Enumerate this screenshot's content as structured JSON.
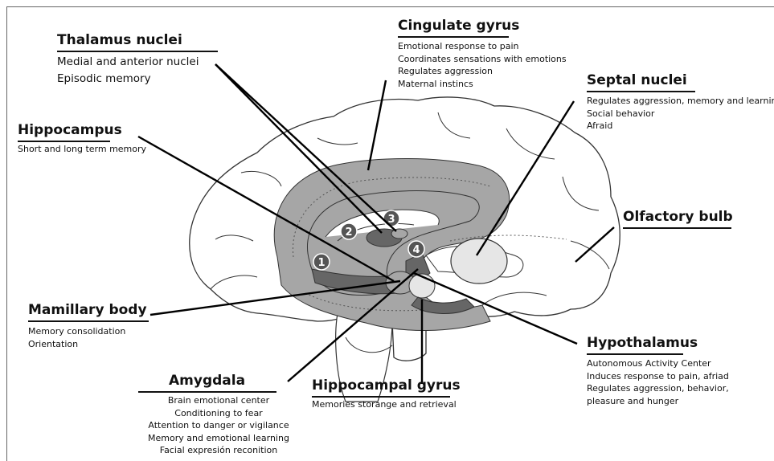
{
  "labels": {
    "thalamus": {
      "title": "Thalamus nuclei",
      "lines": [
        "Medial and anterior nuclei",
        "Episodic memory"
      ]
    },
    "cingulate": {
      "title": "Cingulate gyrus",
      "lines": [
        "Emotional response to pain",
        "Coordinates sensations with emotions",
        "Regulates aggression",
        "Maternal instincs"
      ]
    },
    "septal": {
      "title": "Septal nuclei",
      "lines": [
        "Regulates aggression, memory and learning",
        "Social behavior",
        "Afraid"
      ]
    },
    "hippocampus": {
      "title": "Hippocampus",
      "lines": [
        "Short and long term memory"
      ]
    },
    "olfactory": {
      "title": "Olfactory bulb",
      "lines": []
    },
    "mamillary": {
      "title": "Mamillary body",
      "lines": [
        "Memory consolidation",
        "Orientation"
      ]
    },
    "hypothalamus": {
      "title": "Hypothalamus",
      "lines": [
        "Autonomous Activity Center",
        "Induces response to pain, afriad",
        "Regulates aggression, behavior,",
        "pleasure and hunger"
      ]
    },
    "amygdala": {
      "title": "Amygdala",
      "lines": [
        "Brain emotional center",
        "Conditioning to fear",
        "Attention to danger or vigilance",
        "Memory and emotional learning",
        "Facial expresión reconition"
      ]
    },
    "hippocampal_gyrus": {
      "title": "Hippocampal gyrus",
      "lines": [
        "Memories storange and retrieval"
      ]
    }
  },
  "markers": [
    "1",
    "2",
    "3",
    "4"
  ],
  "colors": {
    "limbic_fill": "#a6a6a6",
    "deep_structure": "#666666",
    "outline": "#333333",
    "marker": "#555555",
    "bulb": "#e6e6e6"
  }
}
